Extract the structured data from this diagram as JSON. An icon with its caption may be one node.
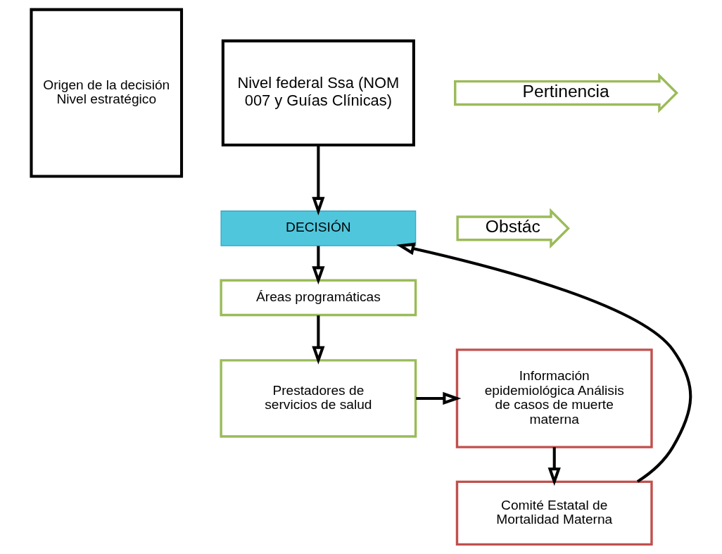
{
  "diagram": {
    "nodes": [
      {
        "text": [
          "Origen de la decisión",
          "Nivel estratégico"
        ]
      },
      {
        "text": [
          "Nivel federal Ssa (NOM 007 y Guías Clínicas)"
        ]
      },
      {
        "text": [
          "DECISIÓN"
        ]
      },
      {
        "text": [
          "Áreas programáticas"
        ]
      },
      {
        "text": [
          "Prestadores de servicios de salud"
        ]
      },
      {
        "text": [
          "Información epidemiológica Análisis de casos de muerte materna"
        ]
      },
      {
        "text": [
          "Comité Estatal de Mortalidad Materna"
        ]
      },
      {
        "text": [
          "Pertinencia"
        ]
      },
      {
        "text": [
          "Obstác"
        ]
      }
    ],
    "edges": [
      {
        "from": 1,
        "to": 2,
        "arrow": "to"
      },
      {
        "from": 2,
        "to": 3,
        "arrow": "to"
      },
      {
        "from": 3,
        "to": 4,
        "arrow": "to"
      },
      {
        "from": 4,
        "to": 5,
        "arrow": "to"
      },
      {
        "from": 5,
        "to": 6,
        "arrow": "to"
      },
      {
        "from": 6,
        "to": 2,
        "arrow": "to"
      }
    ]
  }
}
